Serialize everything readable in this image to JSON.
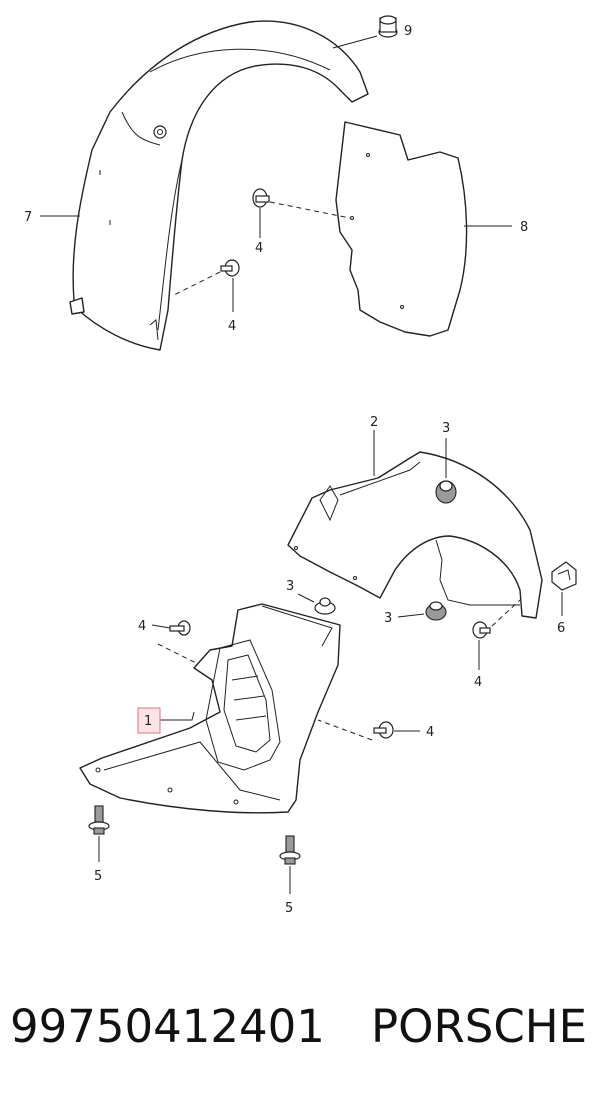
{
  "callouts": {
    "c1": "1",
    "c2": "2",
    "c3a": "3",
    "c3b": "3",
    "c3c": "3",
    "c4a": "4",
    "c4b": "4",
    "c4c": "4",
    "c4d": "4",
    "c4e": "4",
    "c5a": "5",
    "c5b": "5",
    "c6": "6",
    "c7": "7",
    "c8": "8",
    "c9": "9"
  },
  "highlight_color": "#fde2e6",
  "footer": {
    "part_number": "99750412401",
    "brand": "PORSCHE"
  }
}
